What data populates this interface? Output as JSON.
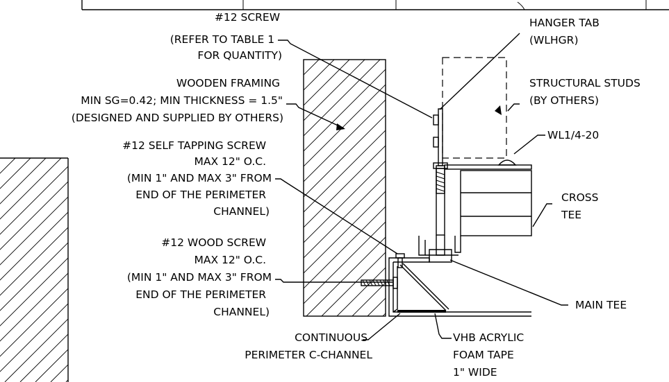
{
  "labels": {
    "screw_12": [
      "#12 SCREW",
      "(REFER TO TABLE 1",
      "FOR QUANTITY)"
    ],
    "wooden_framing": [
      "WOODEN FRAMING",
      "MIN SG=0.42; MIN THICKNESS = 1.5\"",
      "(DESIGNED AND SUPPLIED BY OTHERS)"
    ],
    "self_tapping_screw": [
      "#12 SELF TAPPING SCREW",
      "MAX 12\" O.C.",
      "(MIN 1\" AND MAX 3\" FROM",
      "END OF THE PERIMETER",
      "CHANNEL)"
    ],
    "wood_screw": [
      "#12 WOOD SCREW",
      "MAX 12\" O.C.",
      "(MIN 1\" AND MAX 3\" FROM",
      "END OF THE PERIMETER",
      "CHANNEL)"
    ],
    "perimeter_channel": [
      "CONTINUOUS",
      "PERIMETER C-CHANNEL"
    ],
    "foam_tape": [
      "VHB ACRYLIC",
      "FOAM TAPE",
      "1\" WIDE"
    ],
    "hanger_tab": [
      "HANGER TAB",
      "(WLHGR)"
    ],
    "structural_studs": [
      "STRUCTURAL STUDS",
      "(BY OTHERS)"
    ],
    "wl_bolt": [
      "WL1/4-20"
    ],
    "cross_tee": [
      "CROSS",
      "TEE"
    ],
    "main_tee": [
      "MAIN TEE"
    ]
  }
}
